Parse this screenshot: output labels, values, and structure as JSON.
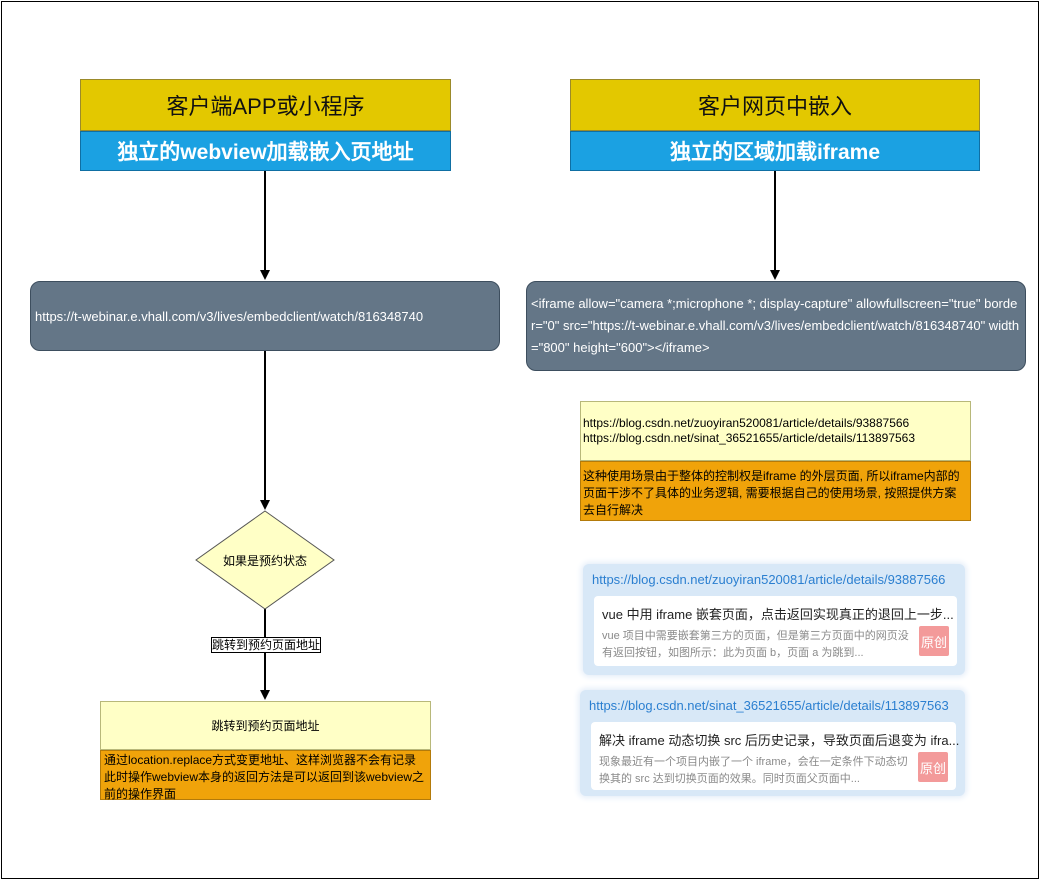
{
  "left": {
    "title": "客户端APP或小程序",
    "subtitle": "独立的webview加载嵌入页地址",
    "url_box": "https://t-webinar.e.vhall.com/v3/lives/embedclient/watch/816348740",
    "decision": "如果是预约状态",
    "edge_label": "跳转到预约页面地址",
    "result_title": "跳转到预约页面地址",
    "result_note": "通过location.replace方式变更地址、这样浏览器不会有记录此时操作webview本身的返回方法是可以返回到该webview之前的操作界面"
  },
  "right": {
    "title": "客户网页中嵌入",
    "subtitle": "独立的区域加载iframe",
    "iframe_code": "<iframe allow=\"camera *;microphone *; display-capture\" allowfullscreen=\"true\" border=\"0\" src=\"https://t-webinar.e.vhall.com/v3/lives/embedclient/watch/816348740\" width=\"800\" height=\"600\"></iframe>",
    "links_note": {
      "line1": "https://blog.csdn.net/zuoyiran520081/article/details/93887566",
      "line2": "https://blog.csdn.net/sinat_36521655/article/details/113897563"
    },
    "explain_note": "这种使用场景由于整体的控制权是iframe 的外层页面, 所以iframe内部的页面干涉不了具体的业务逻辑, 需要根据自己的使用场景, 按照提供方案去自行解决",
    "cards": [
      {
        "link": "https://blog.csdn.net/zuoyiran520081/article/details/93887566",
        "title": "vue 中用 iframe 嵌套页面，点击返回实现真正的退回上一步...",
        "desc": "vue 项目中需要嵌套第三方的页面，但是第三方页面中的网页没有返回按钮，如图所示：此为页面 b，页面 a 为跳到...",
        "badge": "原创"
      },
      {
        "link": "https://blog.csdn.net/sinat_36521655/article/details/113897563",
        "title": "解决 iframe 动态切换 src 后历史记录，导致页面后退变为 ifra...",
        "desc": "现象最近有一个项目内嵌了一个 iframe，会在一定条件下动态切换其的 src 达到切换页面的效果。同时页面父页面中...",
        "badge": "原创"
      }
    ]
  },
  "colors": {
    "title_yellow": "#e3c800",
    "subtitle_blue": "#1ba1e2",
    "url_slate": "#647687",
    "note_yellow": "#ffffc6",
    "note_orange": "#f0a30a",
    "decision_fill": "#ffffc6",
    "card_link": "#2b7fd0",
    "badge": "#f39a9a"
  }
}
